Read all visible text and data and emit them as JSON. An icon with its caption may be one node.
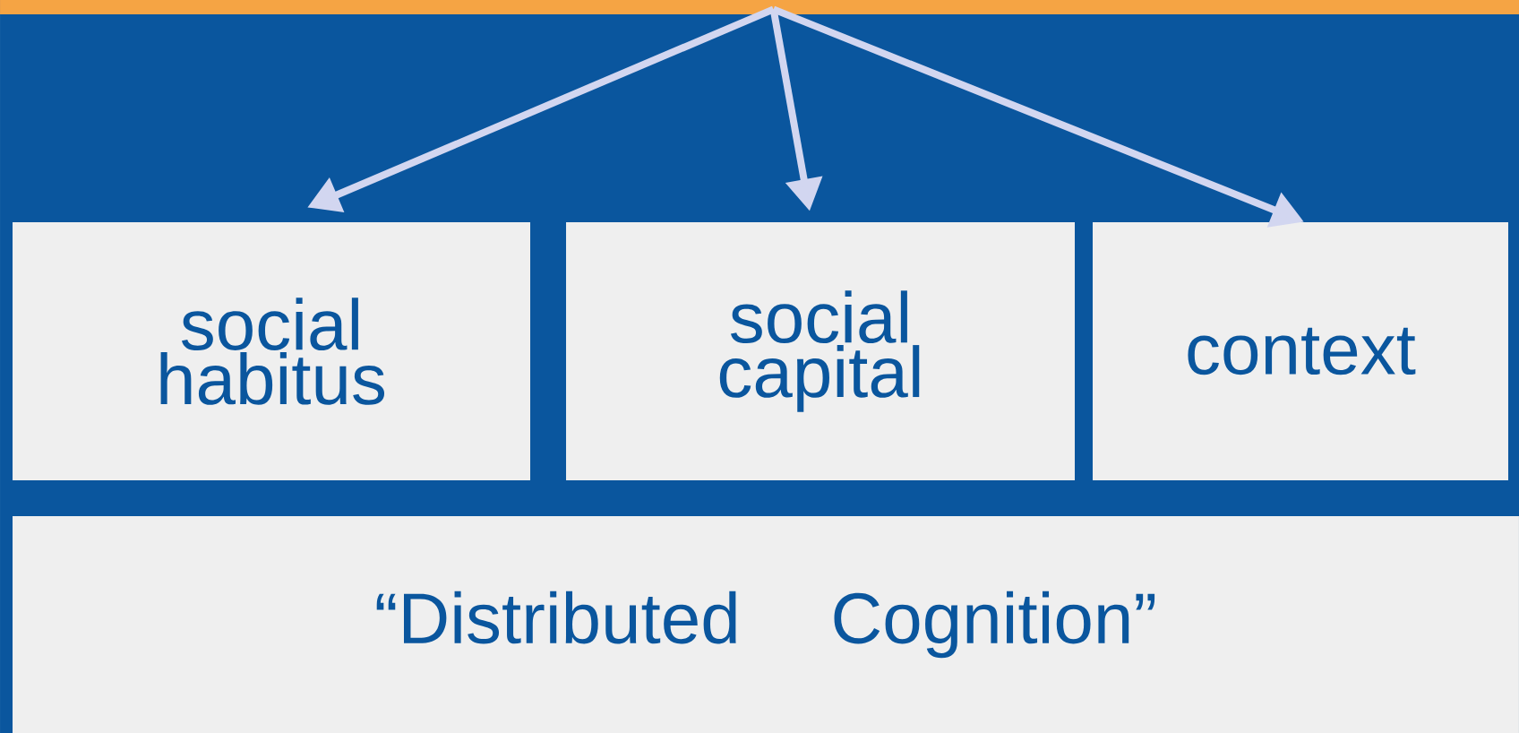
{
  "diagram": {
    "nodes": [
      {
        "text": [],
        "shape": "bar"
      },
      {
        "text": [
          "social habitus"
        ]
      },
      {
        "text": [
          "social capital"
        ]
      },
      {
        "text": [
          "context"
        ]
      },
      {
        "text": [
          "“Distributed Cognition”"
        ]
      }
    ],
    "edges": [
      {
        "from": 0,
        "to": 1,
        "arrow": "to"
      },
      {
        "from": 0,
        "to": 2,
        "arrow": "to"
      },
      {
        "from": 0,
        "to": 3,
        "arrow": "to"
      }
    ]
  }
}
